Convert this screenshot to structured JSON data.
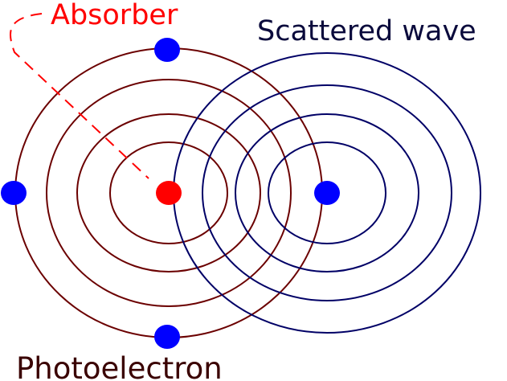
{
  "labels": {
    "absorber": "Absorber",
    "scattered_wave": "Scattered wave",
    "photoelectron": "Photoelectron"
  },
  "colors": {
    "background": "#ffffff",
    "absorber_atom": "#ff0000",
    "absorber_label": "#ff0000",
    "scatterer_atom": "#0000ff",
    "outgoing_wave": "#6b0000",
    "scattered_wave": "#000066",
    "scattered_label": "#0a0a3c",
    "photoelectron_label": "#3a0000",
    "pointer_line": "#ff0000"
  },
  "icons": {
    "absorber_atom": "red-circle",
    "scatterer_atoms": "blue-circle"
  }
}
